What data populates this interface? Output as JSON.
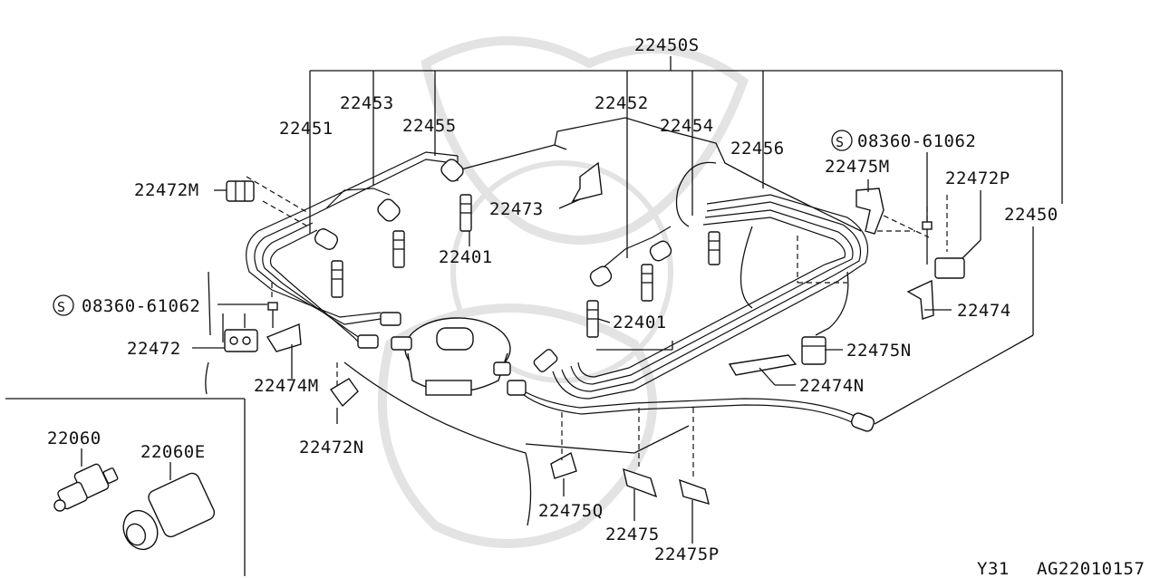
{
  "labels": {
    "p22450S": "22450S",
    "p22451": "22451",
    "p22453": "22453",
    "p22455": "22455",
    "p22452": "22452",
    "p22454": "22454",
    "p22456": "22456",
    "p22472M": "22472M",
    "p22473": "22473",
    "p22401a": "22401",
    "p22401b": "22401",
    "bolt_top": "08360-61062",
    "bolt_left": "08360-61062",
    "p22475M": "22475M",
    "p22472P": "22472P",
    "p22450": "22450",
    "p22474": "22474",
    "p22472": "22472",
    "p22474M": "22474M",
    "p22475N": "22475N",
    "p22474N": "22474N",
    "p22472N": "22472N",
    "p22060": "22060",
    "p22060E": "22060E",
    "p22475Q": "22475Q",
    "p22475": "22475",
    "p22475P": "22475P",
    "footer_model": "Y31",
    "footer_code": "AG22010157"
  },
  "symbols": {
    "screw_symbol": "S"
  }
}
